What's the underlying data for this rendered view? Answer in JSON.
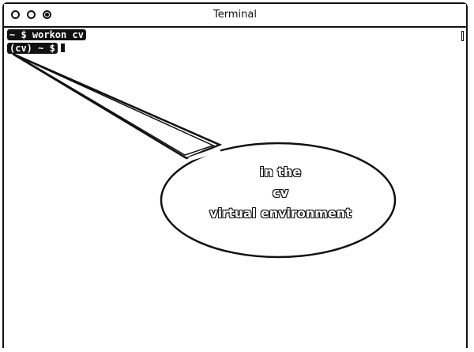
{
  "window": {
    "title": "Terminal"
  },
  "terminal": {
    "lines": [
      {
        "prompt": "~ $ ",
        "command": "workon cv"
      },
      {
        "prompt": "(cv) ~ $",
        "command": ""
      }
    ]
  },
  "callout": {
    "lines": [
      "in the",
      "cv",
      "virtual environment"
    ]
  }
}
